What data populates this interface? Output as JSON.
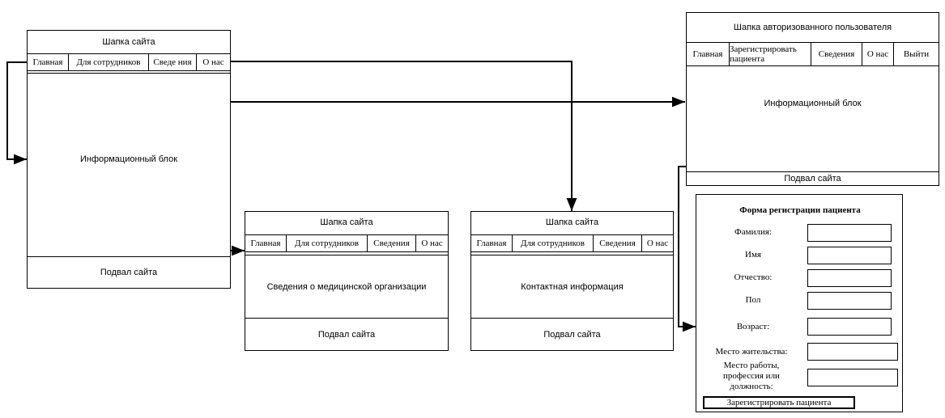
{
  "main_page": {
    "header": "Шапка сайта",
    "nav": [
      "Главная",
      "Для сотрудников",
      "Сведе ния",
      "О нас"
    ],
    "body": "Информационный блок",
    "footer": "Подвал сайта"
  },
  "info_page": {
    "header": "Шапка сайта",
    "nav": [
      "Главная",
      "Для сотрудников",
      "Сведения",
      "О нас"
    ],
    "body": "Сведения о медицинской организации",
    "footer": "Подвал сайта"
  },
  "contact_page": {
    "header": "Шапка сайта",
    "nav": [
      "Главная",
      "Для сотрудников",
      "Сведения",
      "О нас"
    ],
    "body": "Контактная информация",
    "footer": "Подвал сайта"
  },
  "auth_page": {
    "header": "Шапка авторизованного пользователя",
    "nav": [
      "Главная",
      "Зарегистрировать пациента",
      "Сведения",
      "О нас",
      "Выйти"
    ],
    "body": "Информационный блок",
    "footer": "Подвал сайта"
  },
  "registration_form": {
    "title": "Форма регистрации пациента",
    "fields": [
      "Фамилия:",
      "Имя",
      "Отчество:",
      "Пол",
      "Возраст:",
      "Место жительства:",
      "Место работы, профессия или должность:"
    ],
    "submit": "Зарегистрировать пациента"
  }
}
